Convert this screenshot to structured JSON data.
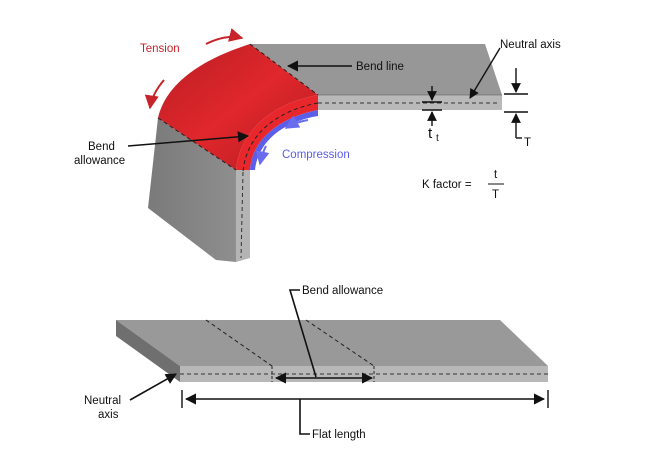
{
  "labels": {
    "tension": "Tension",
    "bend_line": "Bend line",
    "neutral_axis_top": "Neutral axis",
    "bend_allowance_top_line1": "Bend",
    "bend_allowance_top_line2": "allowance",
    "compression": "Compression",
    "small_t": "t",
    "small_t_sub": "t",
    "big_t": "T",
    "k_factor": "K factor =",
    "k_num": "t",
    "k_den": "T",
    "bend_allowance_bottom": "Bend allowance",
    "neutral_axis_bottom_line1": "Neutral",
    "neutral_axis_bottom_line2": "axis",
    "flat_length": "Flat length"
  },
  "colors": {
    "tension": "#c8232a",
    "compression": "#6a6cf0",
    "bend_red": "#d9262b",
    "bend_red_dark": "#a81d22",
    "metal_top": "#9a9a9a",
    "metal_side": "#6e6e6e",
    "metal_edge": "#bdbdbd"
  },
  "icons": [
    "tension-arrow-icon",
    "compression-arrow-icon",
    "pointer-arrow-icon"
  ]
}
